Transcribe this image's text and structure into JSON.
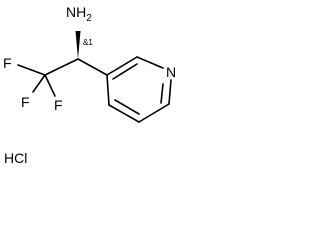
{
  "molecule": {
    "amine": {
      "main": "NH",
      "subscript": "2"
    },
    "fluorines": [
      "F",
      "F",
      "F"
    ],
    "ring_nitrogen": "N",
    "stereo_label": "&1"
  },
  "salt": "HCl"
}
